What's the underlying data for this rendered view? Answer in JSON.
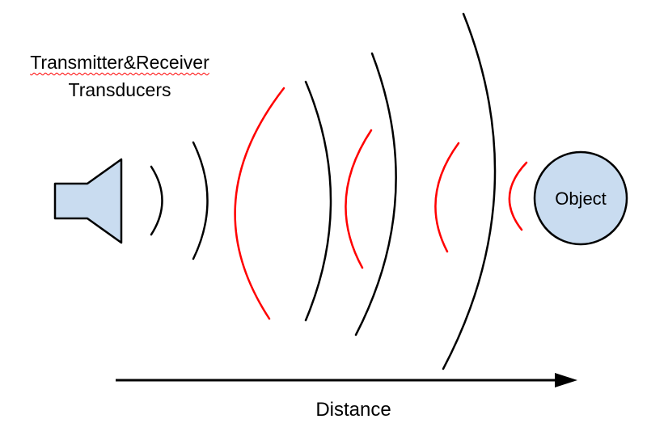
{
  "diagram": {
    "title_line1": "Transmitter&Receiver",
    "title_line2": "Transducers",
    "object_label": "Object",
    "axis_label": "Distance",
    "waves": {
      "transmitted_count": 5,
      "reflected_count": 4,
      "transmitted_direction": "left-to-right",
      "reflected_direction": "right-to-left"
    }
  },
  "colors": {
    "transmitted_wave": "#000000",
    "reflected_wave": "#ff0000",
    "shape_fill": "#c9dcf0",
    "shape_stroke": "#000000",
    "underline": "#ff0000",
    "background": "#ffffff",
    "text": "#000000"
  }
}
